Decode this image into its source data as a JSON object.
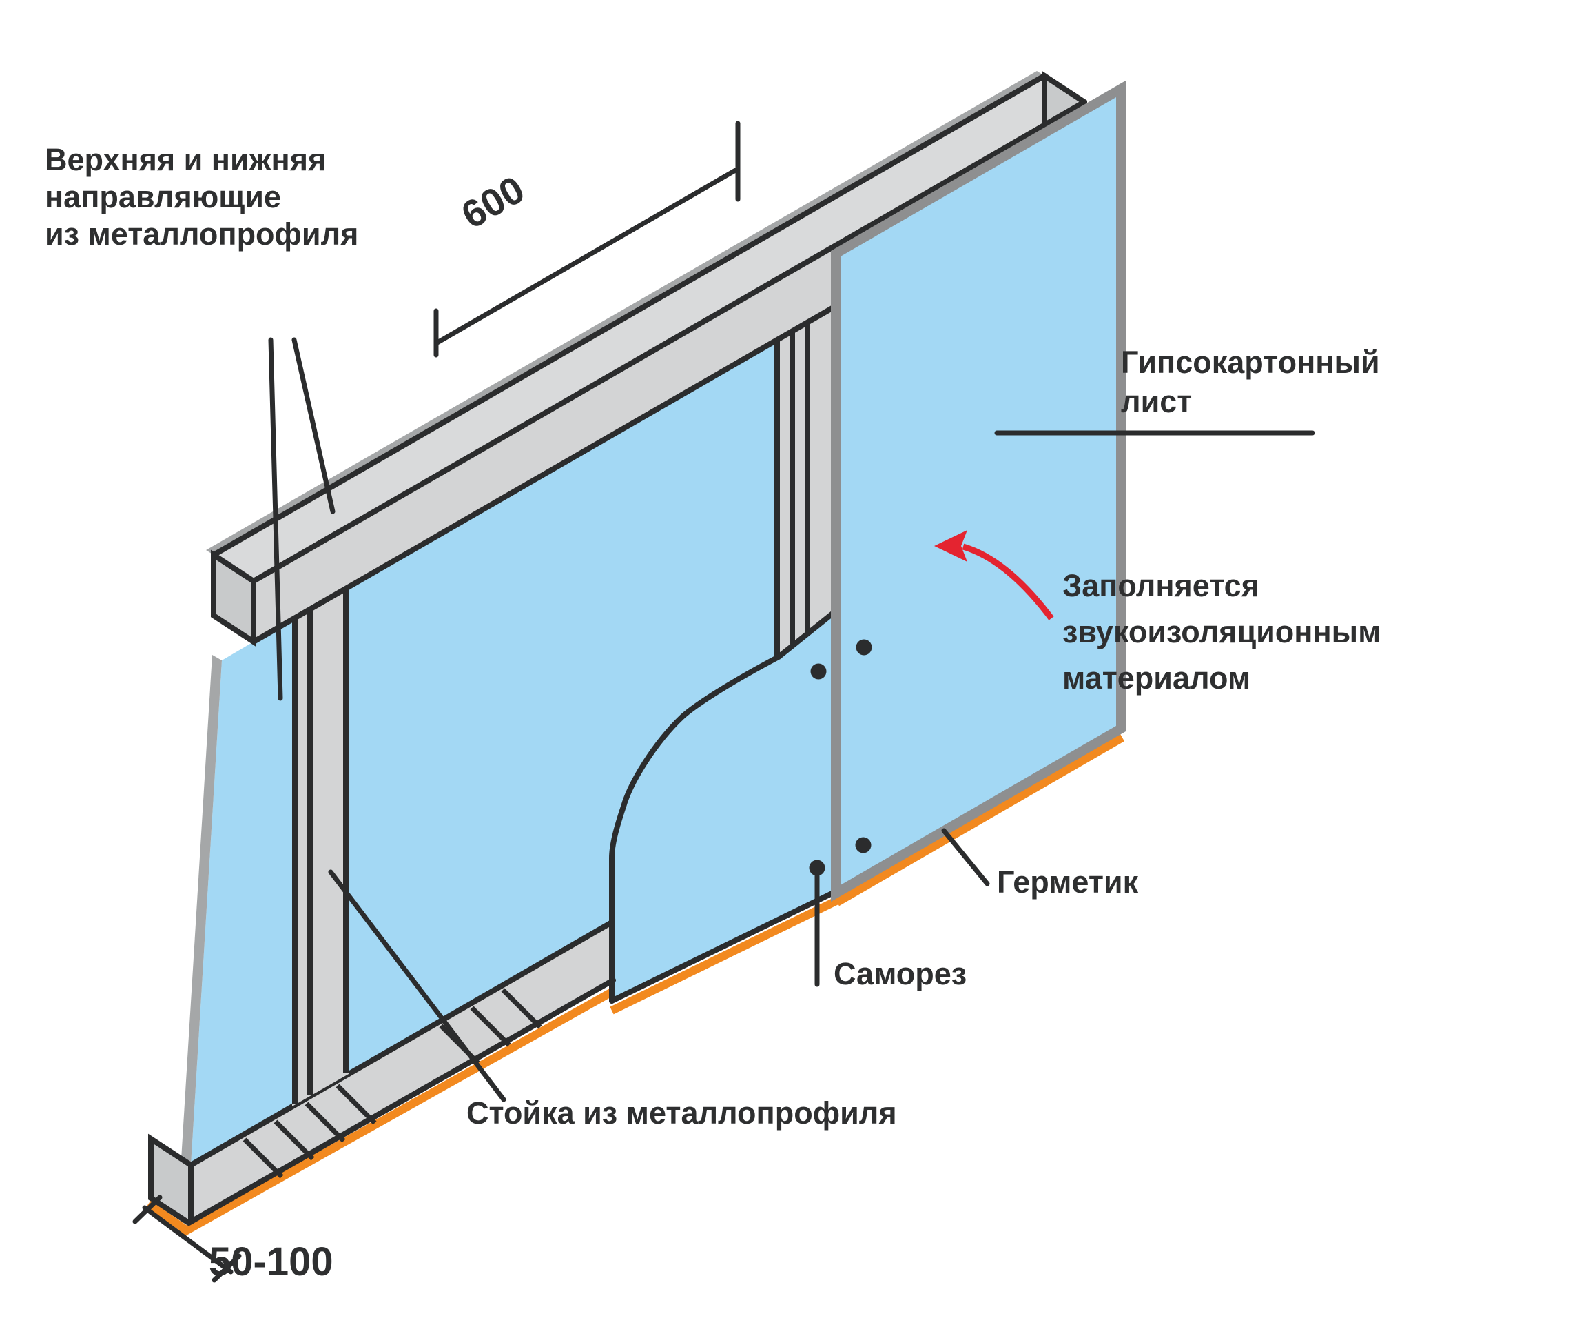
{
  "diagram": {
    "title_semantic": "drywall-partition-construction-scheme",
    "labels": {
      "top_guides": {
        "line1": "Верхняя и нижняя",
        "line2": "направляющие",
        "line3": "из металлопрофиля"
      },
      "drywall_sheet": {
        "line1": "Гипсокартонный",
        "line2": "лист"
      },
      "insulation": {
        "line1": "Заполняется",
        "line2": "звукоизоляционным",
        "line3": "материалом"
      },
      "sealant": "Герметик",
      "screw": "Саморез",
      "stud": "Стойка из металлопрофиля"
    },
    "dimensions": {
      "stud_spacing_mm": "600",
      "wall_thickness_mm": "50-100"
    },
    "icons": {
      "insulation_pointer": "red-curved-arrow-icon",
      "screw_markers": "black-dot-icon"
    },
    "screw_dot_count": 4
  },
  "colors": {
    "blue": "#a3d8f4",
    "profile": "#d9dadb",
    "profileLeg": "#d3d4d5",
    "profileCap": "#c8cacb",
    "profileDark": "#a5a7a8",
    "border": "#8e8f90",
    "orange": "#f2891f",
    "red": "#e42430",
    "line": "#2b2c2d",
    "text": "#2e2f30"
  }
}
